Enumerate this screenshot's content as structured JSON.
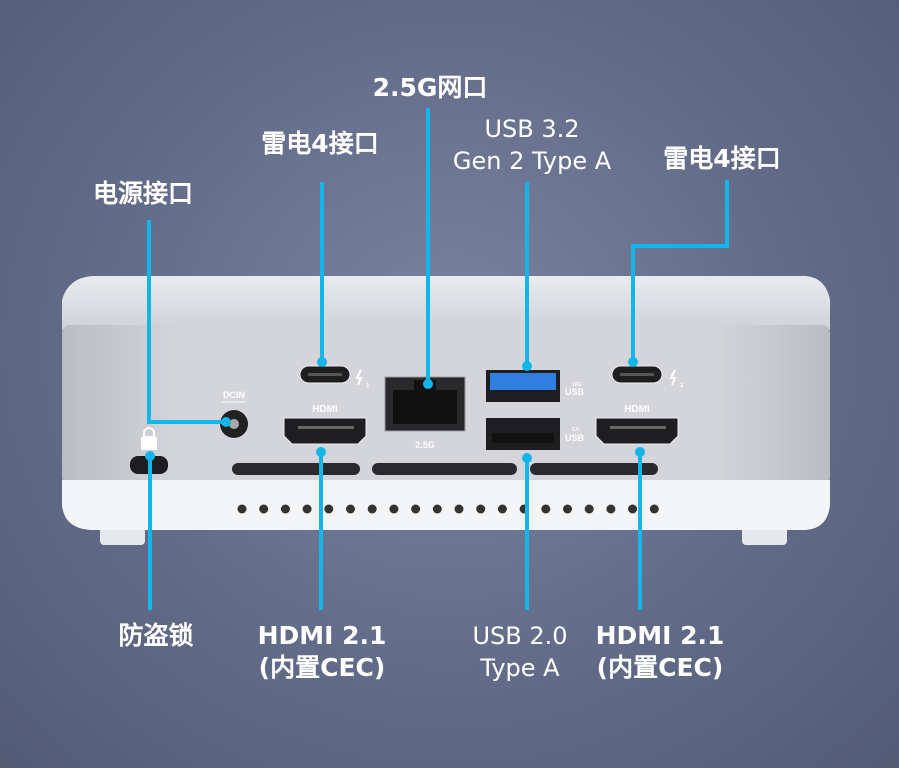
{
  "labels": {
    "ethernet": "2.5G网口",
    "thunderbolt_left": "雷电4接口",
    "usb32_line1": "USB 3.2",
    "usb32_line2": "Gen 2 Type A",
    "thunderbolt_right": "雷电4接口",
    "power": "电源接口",
    "lock": "防盗锁",
    "hdmi_left_line1": "HDMI 2.1",
    "hdmi_left_line2": "(内置CEC)",
    "usb20_line1": "USB 2.0",
    "usb20_line2": "Type A",
    "hdmi_right_line1": "HDMI 2.1",
    "hdmi_right_line2": "(内置CEC)"
  },
  "device_print": {
    "dcin": "DCIN",
    "hdmi": "HDMI",
    "lan": "2.5G",
    "usb": "USB",
    "usb_speed_top": "10G",
    "usb_speed_bottom": "2.0",
    "tb1": "1",
    "tb2": "2"
  },
  "colors": {
    "callout": "#12b6ea",
    "background": "#606a86"
  }
}
